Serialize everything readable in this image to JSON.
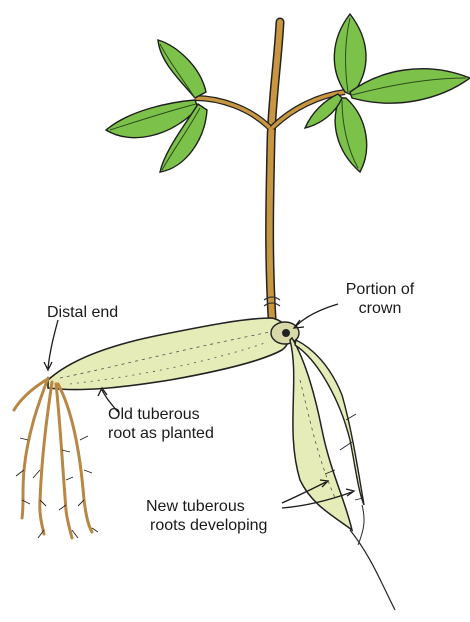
{
  "diagram": {
    "labels": {
      "distal_end": "Distal end",
      "crown_line1": "Portion of",
      "crown_line2": "crown",
      "old_root_line1": "Old tuberous",
      "old_root_line2": "root as planted",
      "new_roots_line1": "New tuberous",
      "new_roots_line2": "roots developing"
    },
    "colors": {
      "leaf": "#7cc24a",
      "leaf_vein": "#2c4a1c",
      "stem": "#c8963f",
      "root": "#e6ecb8",
      "root_outline": "#222222",
      "fibrous_root": "#b88743"
    }
  }
}
